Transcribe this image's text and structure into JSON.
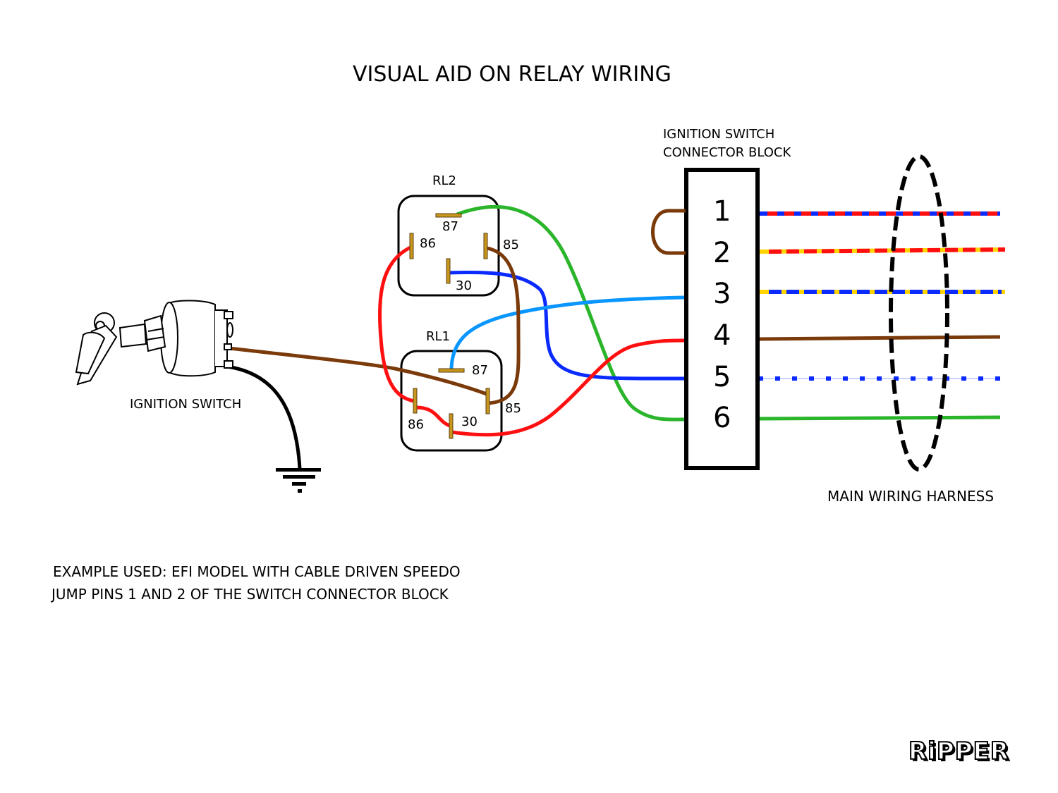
{
  "title": "VISUAL AID ON RELAY WIRING",
  "ignition_switch": {
    "label": "IGNITION SWITCH",
    "icon": "ignition-switch-with-keys"
  },
  "ground_symbol": "ground-icon",
  "relays": [
    {
      "name": "RL2",
      "pins": {
        "p87": "87",
        "p86": "86",
        "p85": "85",
        "p30": "30"
      }
    },
    {
      "name": "RL1",
      "pins": {
        "p87": "87",
        "p86": "86",
        "p85": "85",
        "p30": "30"
      }
    }
  ],
  "connector_block": {
    "label_line1": "IGNITION SWITCH",
    "label_line2": "CONNECTOR BLOCK",
    "pins": [
      "1",
      "2",
      "3",
      "4",
      "5",
      "6"
    ],
    "jumper": "pins 1-2 jumped (brown)"
  },
  "harness": {
    "label": "MAIN WIRING HARNESS",
    "wires": [
      {
        "pin": "1",
        "colors": [
          "#0a2aff",
          "#ff1010"
        ],
        "style": "blue/red stripe"
      },
      {
        "pin": "2",
        "colors": [
          "#ffd400",
          "#ff1010"
        ],
        "style": "yellow/red stripe"
      },
      {
        "pin": "3",
        "colors": [
          "#ffd400",
          "#0a2aff"
        ],
        "style": "yellow/blue stripe"
      },
      {
        "pin": "4",
        "colors": [
          "#7a3a0a"
        ],
        "style": "brown"
      },
      {
        "pin": "5",
        "colors": [
          "#0a2aff",
          "#ffffff"
        ],
        "style": "blue/white dotted"
      },
      {
        "pin": "6",
        "colors": [
          "#2ab52a"
        ],
        "style": "green"
      }
    ]
  },
  "wire_colors": {
    "red": "#ff1010",
    "green": "#2ab52a",
    "brown": "#7a3a0a",
    "blue": "#0a2aff",
    "light_blue": "#0a96ff",
    "black": "#000000",
    "pin_gold": "#c8961e"
  },
  "notes": {
    "line1": "EXAMPLE USED: EFI MODEL WITH CABLE DRIVEN SPEEDO",
    "line2": "JUMP PINS 1 AND 2 OF THE SWITCH CONNECTOR BLOCK"
  },
  "logo": "RiPPER"
}
